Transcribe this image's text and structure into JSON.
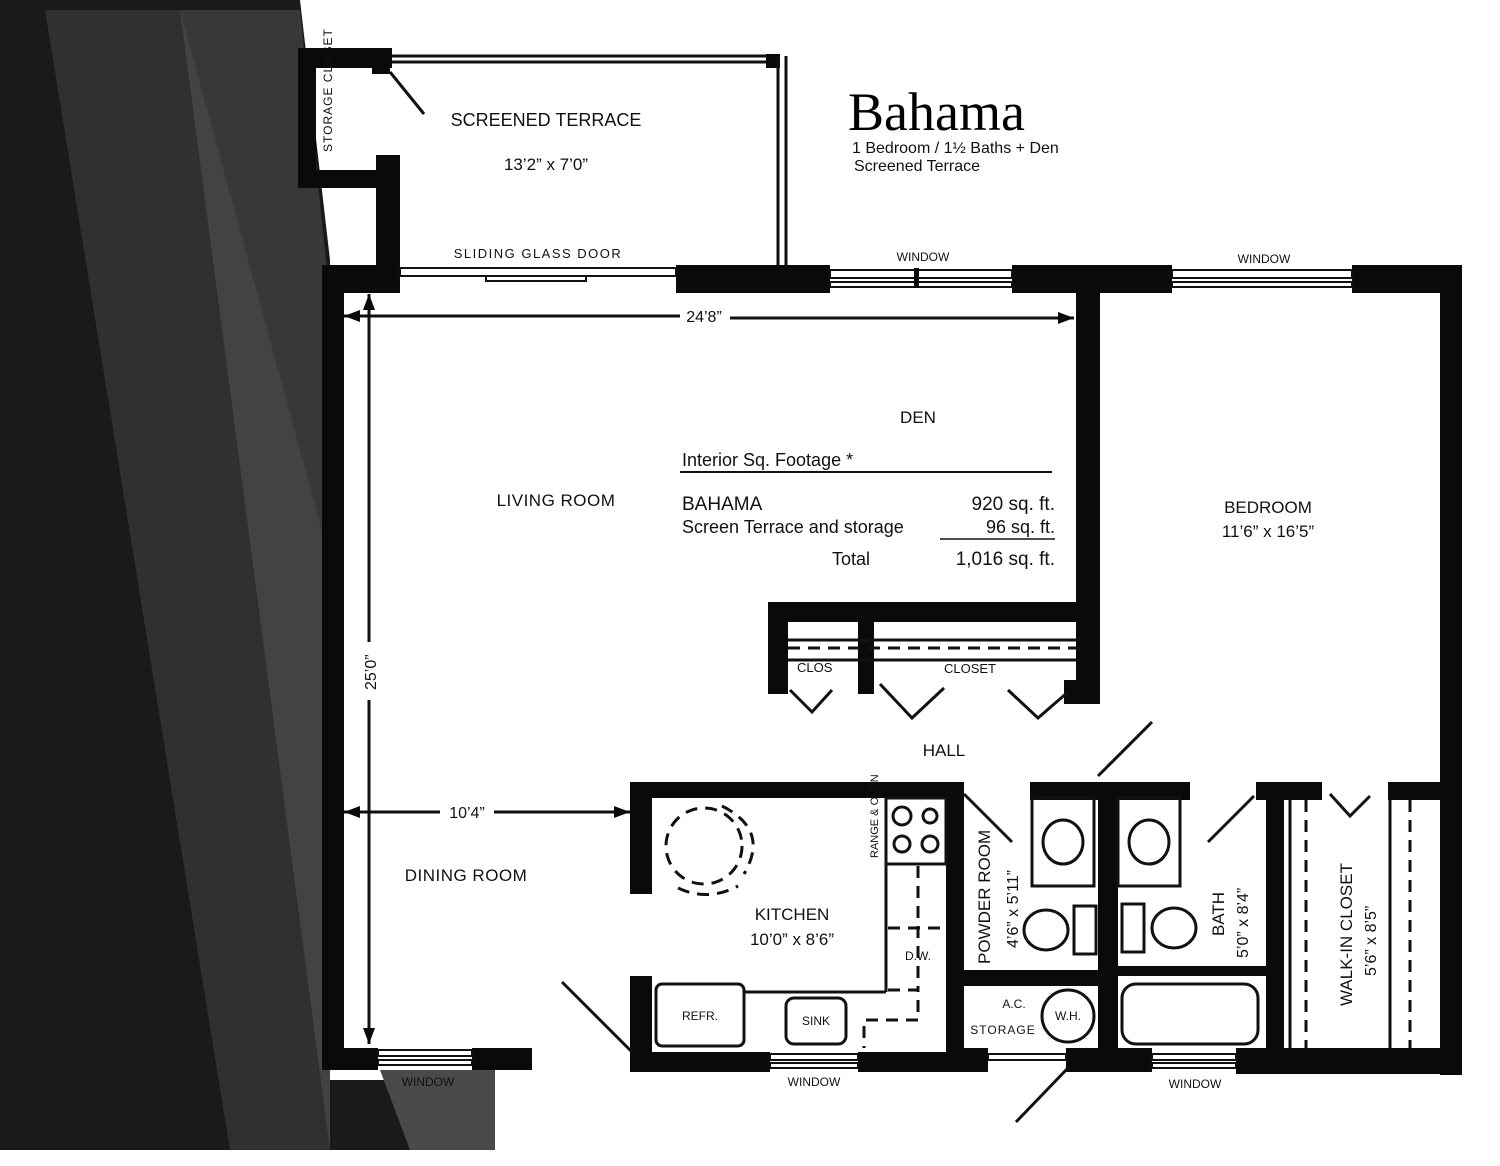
{
  "title": "Bahama",
  "subtitle_1": "1 Bedroom / 1½ Baths + Den",
  "subtitle_2": "Screened Terrace",
  "rooms": {
    "storage_closet": "STORAGE CLOSET",
    "screened_terrace": "SCREENED TERRACE",
    "screened_terrace_size": "13’2” x 7’0”",
    "den": "DEN",
    "living_room": "LIVING ROOM",
    "bedroom": "BEDROOM",
    "bedroom_size": "11’6” x 16’5”",
    "closet_small": "CLOS",
    "closet": "CLOSET",
    "hall": "HALL",
    "dining_room": "DINING ROOM",
    "kitchen": "KITCHEN",
    "kitchen_size": "10’0” x 8’6”",
    "range_oven": "RANGE & OVEN",
    "dw": "D.W.",
    "refr": "REFR.",
    "sink": "SINK",
    "powder_room": "POWDER ROOM",
    "powder_room_size": "4’6” x 5’11”",
    "ac": "A.C.",
    "storage": "STORAGE",
    "wh": "W.H.",
    "bath": "BATH",
    "bath_size": "5’0” x 8’4”",
    "walkin_closet": "WALK-IN CLOSET",
    "walkin_closet_size": "5’6” x 8’5”"
  },
  "labels": {
    "sliding_glass_door": "SLIDING GLASS DOOR",
    "window": "WINDOW"
  },
  "dimensions": {
    "width": "24’8”",
    "height": "25’0”",
    "dining": "10’4”"
  },
  "footage": {
    "heading": "Interior Sq. Footage *",
    "rows": [
      {
        "name": "BAHAMA",
        "value": "920 sq. ft."
      },
      {
        "name": "Screen Terrace and storage",
        "value": "96 sq. ft."
      },
      {
        "name": "Total",
        "value": "1,016 sq. ft."
      }
    ]
  },
  "colors": {
    "wall": "#0a0a0a",
    "background": "#ffffff",
    "shadow": "#2a2a2a"
  }
}
